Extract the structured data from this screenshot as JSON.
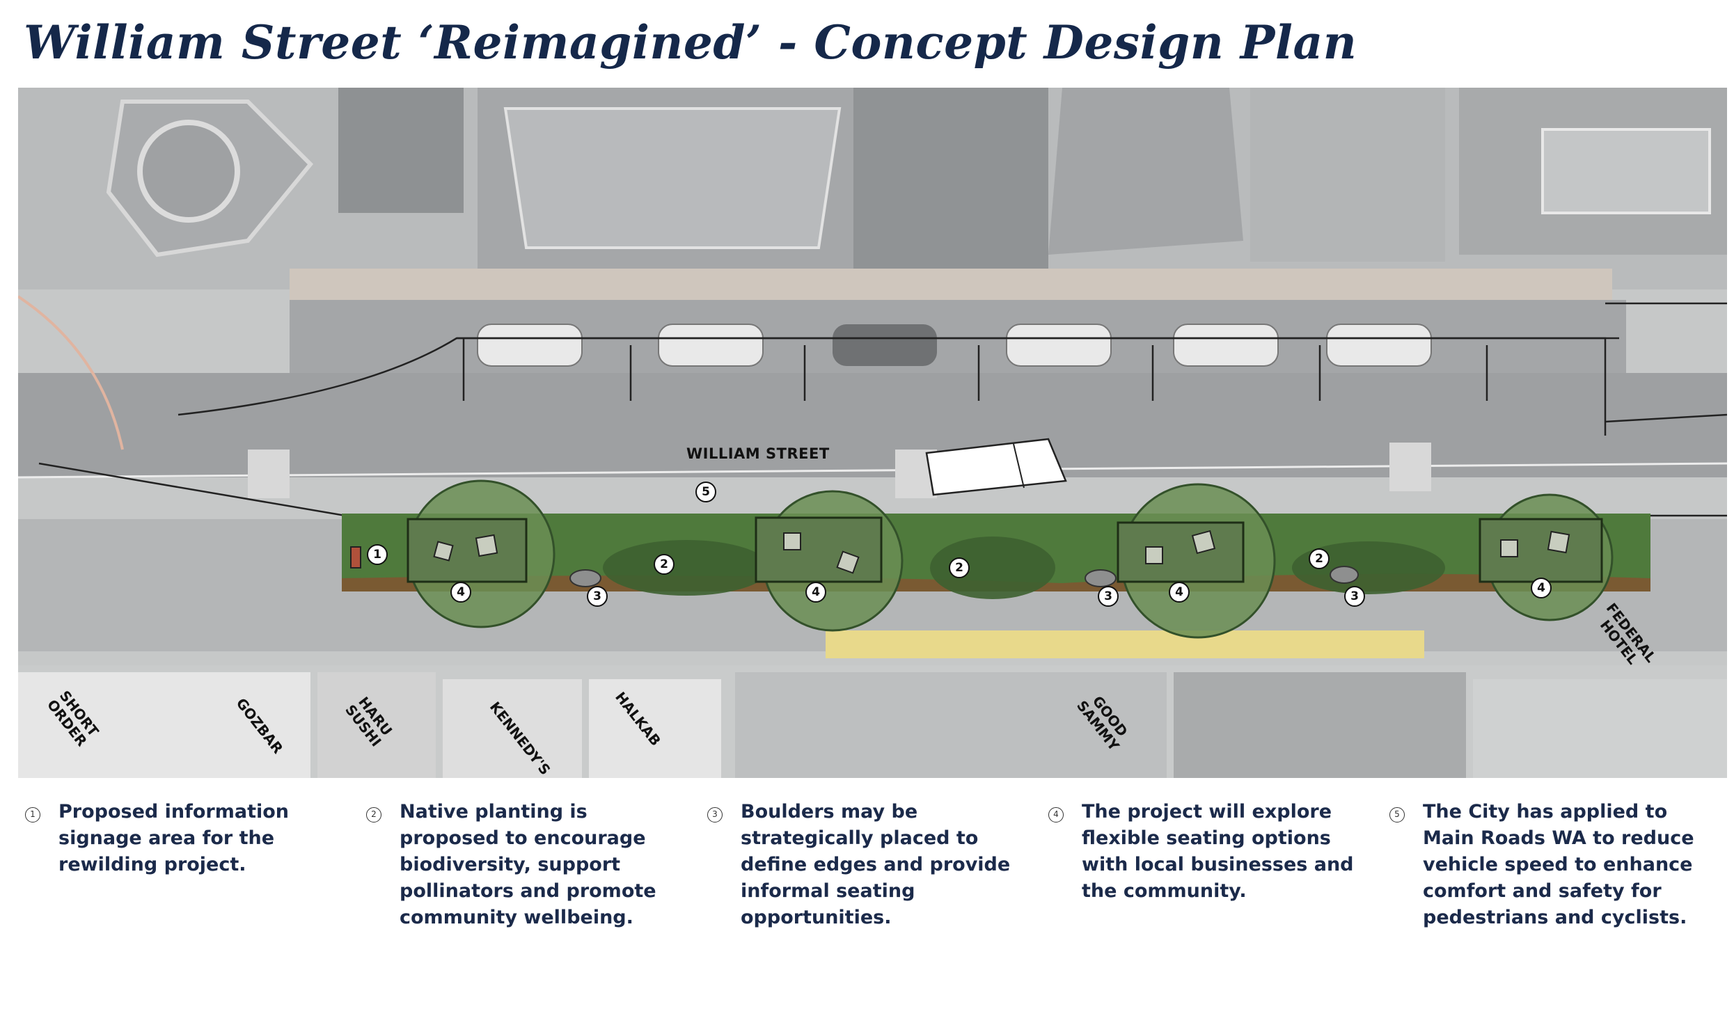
{
  "title": "William Street ‘Reimagined’  - Concept Design Plan",
  "plan": {
    "street_label": "WILLIAM STREET",
    "shops": [
      "SHORT\nORDER",
      "GOZBAR",
      "HARU\nSUSHI",
      "KENNEDY'S",
      "HALKAB",
      "GOOD\nSAMMY",
      "FEDERAL\nHOTEL"
    ],
    "markers": [
      "1",
      "2",
      "3",
      "4",
      "5"
    ]
  },
  "legend": [
    {
      "num": "1",
      "text": "Proposed information signage area for the rewilding project."
    },
    {
      "num": "2",
      "text": "Native planting is proposed to encourage biodiversity, support pollinators and promote community wellbeing."
    },
    {
      "num": "3",
      "text": "Boulders may be strategically placed to define edges and provide informal seating opportunities."
    },
    {
      "num": "4",
      "text": "The project will explore flexible seating options with local businesses and the community."
    },
    {
      "num": "5",
      "text": "The City has applied to Main Roads WA to reduce vehicle speed to enhance comfort and safety for pedestrians and cyclists."
    }
  ],
  "colors": {
    "title": "#15284a",
    "legend_text": "#1b2a4a",
    "planting": "#4f7a3c",
    "planting_dark": "#33512a",
    "mulch": "#7a5a32",
    "road": "#9ea0a2"
  }
}
